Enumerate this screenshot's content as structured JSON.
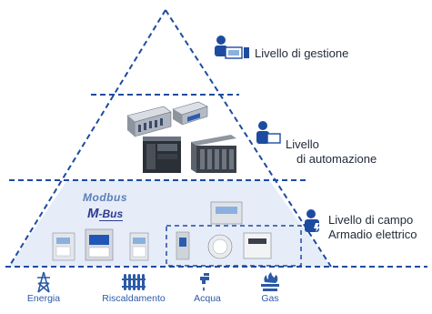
{
  "levels": [
    {
      "label": "Livello di gestione"
    },
    {
      "label_line1": "Livello",
      "label_line2": "di automazione"
    },
    {
      "label_line1": "Livello di campo",
      "label_line2": "Armadio elettrico"
    }
  ],
  "protocols": {
    "modbus": "Modbus",
    "mbus_prefix": "M",
    "mbus_suffix": "-Bus"
  },
  "categories": [
    {
      "label": "Energia",
      "icon": "power-tower-icon"
    },
    {
      "label": "Riscaldamento",
      "icon": "radiator-icon"
    },
    {
      "label": "Acqua",
      "icon": "water-tap-icon"
    },
    {
      "label": "Gas",
      "icon": "gas-flame-icon"
    }
  ],
  "colors": {
    "line": "#1d4ba0",
    "field_fill": "#e6ecf8",
    "device_gray": "#b8bec8",
    "text_blue": "#2b5aa6"
  }
}
